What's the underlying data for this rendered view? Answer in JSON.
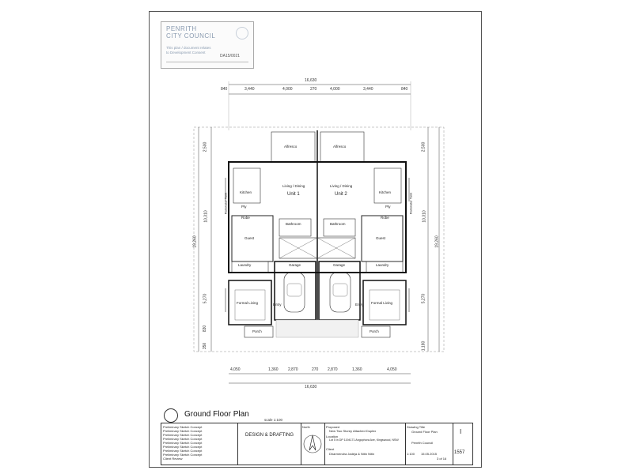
{
  "stamp": {
    "council_line1": "PENRITH",
    "council_line2": "CITY COUNCIL",
    "note_line1": "This plan / document relates",
    "note_line2": "to Development Consent",
    "da_number": "DA15/0021"
  },
  "dimensions": {
    "top_overall": "16,630",
    "top_segments": [
      "840",
      "3,440",
      "4,000",
      "270",
      "4,000",
      "3,440",
      "840"
    ],
    "bottom_overall": "16,630",
    "bottom_segments": [
      "4,050",
      "1,360",
      "2,870",
      "270",
      "2,870",
      "1,360",
      "4,050"
    ],
    "left_segments": [
      "2,500",
      "10,310",
      "5,270",
      "830",
      "350"
    ],
    "left_overall": "19,260",
    "right_segments": [
      "2,500",
      "10,310",
      "5,270",
      "1,180"
    ],
    "right_overall": "19,260"
  },
  "rooms": {
    "alfresco_left": "Alfresco",
    "alfresco_right": "Alfresco",
    "unit1": "Unit 1",
    "unit2": "Unit 2",
    "living_dining_left": "Living / Dining",
    "living_dining_right": "Living / Dining",
    "kitchen_left": "Kitchen",
    "kitchen_right": "Kitchen",
    "pantry_left": "Pty",
    "pantry_right": "Pty",
    "robe_left": "Robe",
    "robe_right": "Robe",
    "bathroom_left": "Bathroom",
    "bathroom_right": "Bathroom",
    "guest_left": "Guest",
    "guest_right": "Guest",
    "laundry_left": "Laundry",
    "laundry_right": "Laundry",
    "garage_left": "Garage",
    "garage_right": "Garage",
    "formal_living_left": "Formal Living",
    "formal_living_right": "Formal Living",
    "entry_left": "Entry",
    "entry_right": "Entry",
    "porch_left": "Porch",
    "porch_right": "Porch",
    "rainwater_left": "Rainwater Tank",
    "rainwater_right": "Rainwater Tank"
  },
  "plan": {
    "title": "Ground Floor Plan",
    "scale": "scale 1:100"
  },
  "title_block": {
    "company": "DESIGN & DRAFTING",
    "project_label": "Proposed",
    "project": "New Two Storey Attached Duplex",
    "location_label": "Location",
    "location": "Lot 5 in DP 1194171 Angophora Ave, Kingswood, NSW",
    "client_label": "Client",
    "client": "Dharmendra Jadeja & Nitin Nitin",
    "council": "Penrith Council",
    "drawing_title_label": "Drawing Title",
    "drawing_title": "Ground Floor Plan",
    "issue": "I",
    "job_no": "1557",
    "scale_small": "1:100",
    "date": "15.05.2015",
    "sheet": "3 of 16",
    "north_label": "North",
    "revisions": [
      "Preliminary Sketch Concept",
      "Preliminary Sketch Concept",
      "Preliminary Sketch Concept",
      "Preliminary Sketch Concept",
      "Preliminary Sketch Concept",
      "Preliminary Sketch Concept",
      "Preliminary Sketch Concept",
      "Preliminary Sketch Concept",
      "Client Review"
    ]
  }
}
